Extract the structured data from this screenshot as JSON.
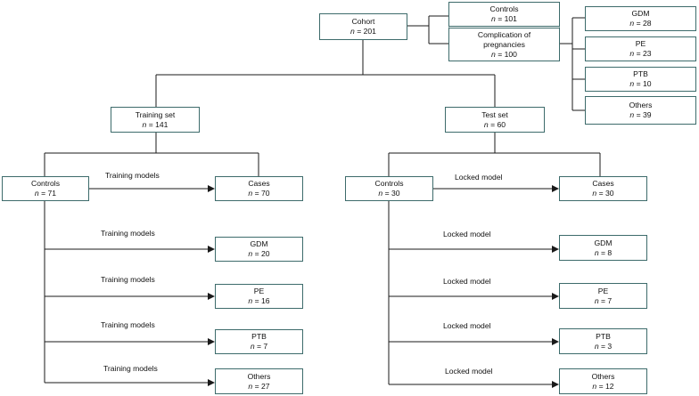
{
  "nodes": {
    "cohort": {
      "label": "Cohort",
      "n": "201"
    },
    "controls_top": {
      "label": "Controls",
      "n": "101"
    },
    "complication": {
      "label": "Complication of pregnancies",
      "n": "100"
    },
    "gdm_top": {
      "label": "GDM",
      "n": "28"
    },
    "pe_top": {
      "label": "PE",
      "n": "23"
    },
    "ptb_top": {
      "label": "PTB",
      "n": "10"
    },
    "others_top": {
      "label": "Others",
      "n": "39"
    },
    "training_set": {
      "label": "Training set",
      "n": "141"
    },
    "test_set": {
      "label": "Test set",
      "n": "60"
    },
    "train_controls": {
      "label": "Controls",
      "n": "71"
    },
    "train_cases": {
      "label": "Cases",
      "n": "70"
    },
    "train_gdm": {
      "label": "GDM",
      "n": "20"
    },
    "train_pe": {
      "label": "PE",
      "n": "16"
    },
    "train_ptb": {
      "label": "PTB",
      "n": "7"
    },
    "train_others": {
      "label": "Others",
      "n": "27"
    },
    "test_controls": {
      "label": "Controls",
      "n": "30"
    },
    "test_cases": {
      "label": "Cases",
      "n": "30"
    },
    "test_gdm": {
      "label": "GDM",
      "n": "8"
    },
    "test_pe": {
      "label": "PE",
      "n": "7"
    },
    "test_ptb": {
      "label": "PTB",
      "n": "3"
    },
    "test_others": {
      "label": "Others",
      "n": "12"
    }
  },
  "n_symbol": "n",
  "n_equals": " = ",
  "edge_labels": {
    "training": "Training models",
    "locked": "Locked model"
  }
}
